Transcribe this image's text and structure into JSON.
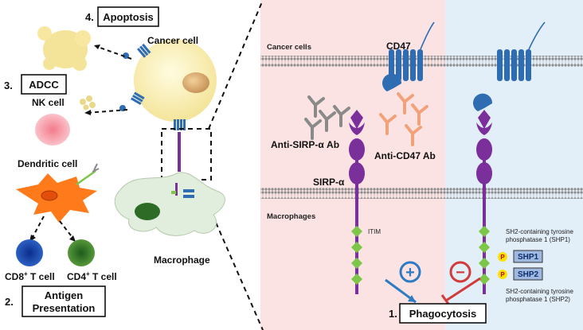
{
  "labels": {
    "apoptosis": "Apoptosis",
    "apoptosis_num": "4.",
    "adcc": "ADCC",
    "adcc_num": "3.",
    "antigen_line1": "Antigen",
    "antigen_line2": "Presentation",
    "antigen_num": "2.",
    "phagocytosis": "Phagocytosis",
    "phagocytosis_num": "1.",
    "cancer_cell": "Cancer cell",
    "nk_cell": "NK cell",
    "dendritic_cell": "Dendritic cell",
    "cd8_main": "CD8",
    "cd8_sup": "+",
    "cd8_suffix": " T cell",
    "cd4_main": "CD4",
    "cd4_sup": "+",
    "cd4_suffix": " T cell",
    "macrophage": "Macrophage",
    "cancer_cells": "Cancer cells",
    "cd47": "CD47",
    "macrophages": "Macrophages",
    "anti_sirpa": "Anti-SIRP-α Ab",
    "anti_cd47": "Anti-CD47 Ab",
    "sirpa": "SIRP-α",
    "itim": "ITIM",
    "shp1_desc_line1": "SH2-containing tyrosine",
    "shp1_desc_line2": "phosphatase 1 (SHP1)",
    "shp2_desc_line1": "SH2-containing tyrosine",
    "shp2_desc_line2": "phosphatase 1 (SHP2)",
    "shp1": "SHP1",
    "shp2": "SHP2",
    "p": "P",
    "plus": "+",
    "minus": "−"
  },
  "colors": {
    "left_panel_bg": "#fbe3e3",
    "right_panel_bg": "#e2eef8",
    "cd47_blue": "#2f6db3",
    "sirpa_purple": "#7a2f9b",
    "itim_green": "#7ec64a",
    "antibody_gray": "#8a8a8a",
    "antibody_orange": "#f1a27b",
    "shp_box": "#9fb8df",
    "p_yellow": "#ffe100",
    "plus_blue": "#2d7bc4",
    "minus_red": "#d23b3b"
  }
}
